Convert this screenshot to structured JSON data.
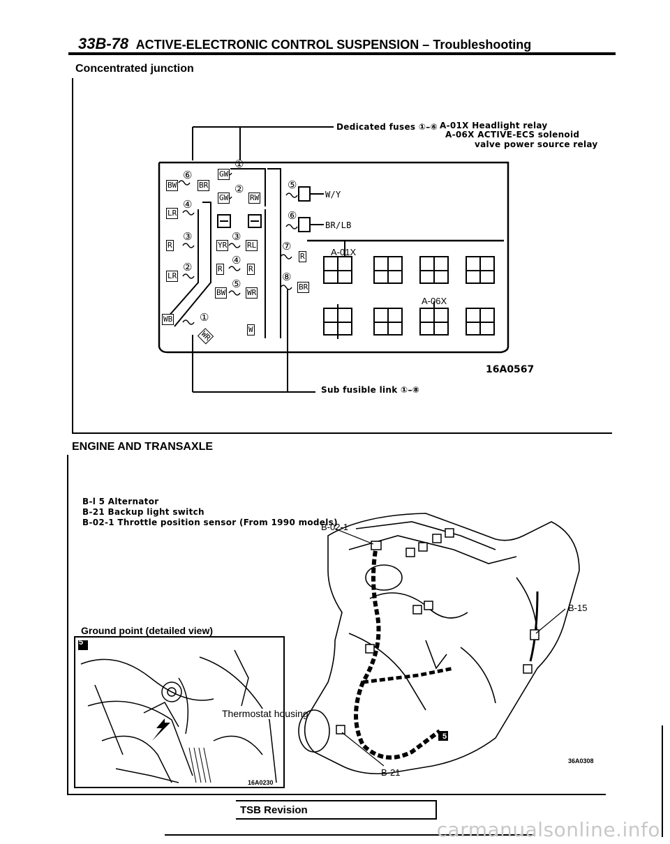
{
  "header": {
    "page_number": "33B-78",
    "title": "ACTIVE-ELECTRONIC CONTROL SUSPENSION – Troubleshooting"
  },
  "junction": {
    "section_title": "Concentrated junction",
    "callout_fuses": "Dedicated fuses ①–⑥",
    "callout_a01x": "A-01X Headlight relay",
    "callout_a06x": "A-06X ACTIVE-ECS solenoid",
    "callout_a06x_line2": "valve power source relay",
    "callout_sub_fusible": "Sub fusible link ①–⑧",
    "figure_code": "16A0567",
    "relay_a01x": "A-01X",
    "relay_a06x": "A-06X",
    "wire_wy": "W/Y",
    "wire_brlb": "BR/LB",
    "connectors": [
      {
        "num": "⑥",
        "left": "BW",
        "right": "BR"
      },
      {
        "num": "①",
        "left": "GW",
        "right": ""
      },
      {
        "num": "②",
        "left": "GW",
        "right": "RW"
      },
      {
        "num": "④",
        "left": "LR",
        "right": ""
      },
      {
        "num": "③",
        "left": "R",
        "right": ""
      },
      {
        "num": "③",
        "left": "YR",
        "right": "RL"
      },
      {
        "num": "②",
        "left": "LR",
        "right": ""
      },
      {
        "num": "④",
        "left": "R",
        "right": "R"
      },
      {
        "num": "⑤",
        "left": "BW",
        "right": "WR"
      },
      {
        "num": "⑤",
        "left": "",
        "right": ""
      },
      {
        "num": "⑥",
        "left": "",
        "right": ""
      },
      {
        "num": "⑦",
        "left": "R",
        "right": ""
      },
      {
        "num": "⑧",
        "left": "BR",
        "right": ""
      },
      {
        "num": "①",
        "left": "WR",
        "right": ""
      }
    ],
    "misc_tags": {
      "wb": "WB",
      "w": "W"
    }
  },
  "engine": {
    "section_title": "ENGINE AND TRANSAXLE",
    "legend": [
      "B-l 5 Alternator",
      "B-21 Backup light switch",
      "B-02-1 Throttle position sensor (From 1990 models)"
    ],
    "ground_caption": "Ground point (detailed view)",
    "thermostat_label": "Thermostat housing",
    "detail_code": "16A0230",
    "figure_code": "36A0308",
    "marker_5": "5",
    "callouts": {
      "b021": "B-02-1",
      "b15": "B-15",
      "b21": "B-21"
    }
  },
  "footer": {
    "tsb_revision": "TSB Revision",
    "watermark": "carmanualsonline.info"
  }
}
